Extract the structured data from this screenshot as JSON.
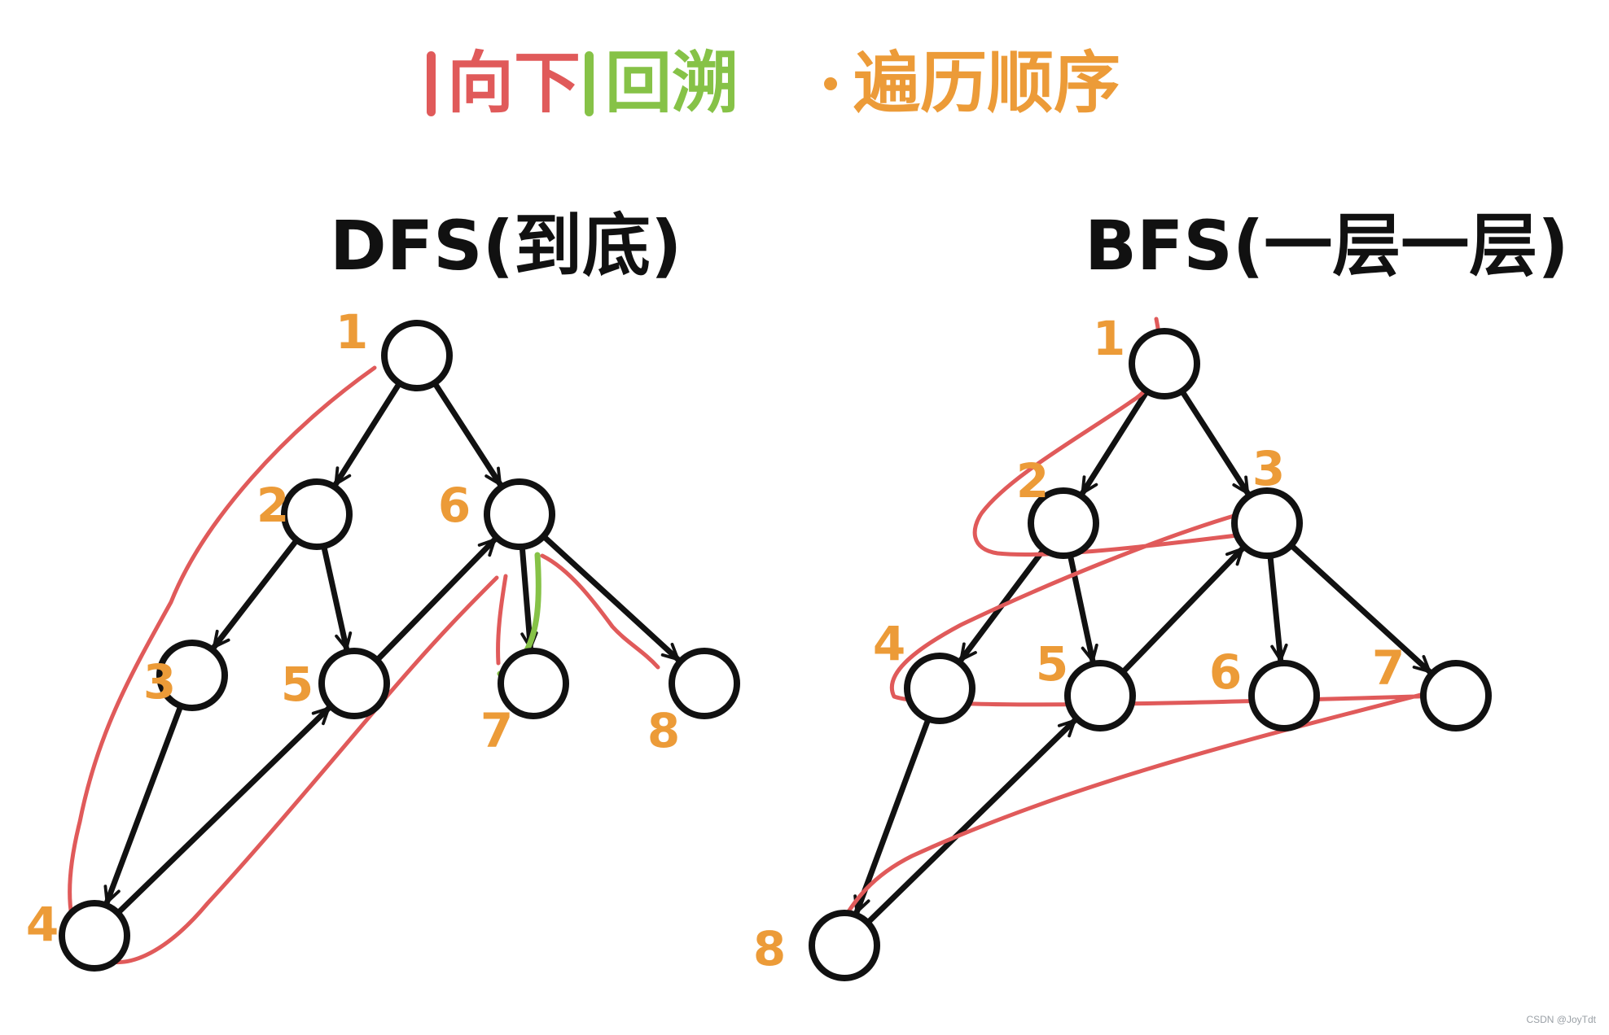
{
  "legend": {
    "down": {
      "label": "向下",
      "color": "#e05a5a"
    },
    "back": {
      "label": "回溯",
      "color": "#86c247"
    },
    "order": {
      "label": "遍历顺序",
      "color": "#ec9b38"
    }
  },
  "colors": {
    "node": "#111111",
    "down": "#e05a5a",
    "back": "#86c247",
    "order": "#ec9b38"
  },
  "dfs": {
    "title": "DFS(到底)",
    "nodes": [
      {
        "id": "1",
        "label": "1"
      },
      {
        "id": "2",
        "label": "2"
      },
      {
        "id": "6",
        "label": "6"
      },
      {
        "id": "3",
        "label": "3"
      },
      {
        "id": "5",
        "label": "5"
      },
      {
        "id": "7",
        "label": "7"
      },
      {
        "id": "8",
        "label": "8"
      },
      {
        "id": "4",
        "label": "4"
      }
    ],
    "edges": [
      {
        "from": "1",
        "to": "2"
      },
      {
        "from": "1",
        "to": "6"
      },
      {
        "from": "2",
        "to": "3"
      },
      {
        "from": "2",
        "to": "5"
      },
      {
        "from": "6",
        "to": "7"
      },
      {
        "from": "6",
        "to": "8"
      },
      {
        "from": "3",
        "to": "4"
      },
      {
        "from": "4",
        "to": "5"
      },
      {
        "from": "5",
        "to": "6"
      }
    ]
  },
  "bfs": {
    "title": "BFS(一层一层)",
    "nodes": [
      {
        "id": "1",
        "label": "1"
      },
      {
        "id": "2",
        "label": "2"
      },
      {
        "id": "3",
        "label": "3"
      },
      {
        "id": "4",
        "label": "4"
      },
      {
        "id": "5",
        "label": "5"
      },
      {
        "id": "6",
        "label": "6"
      },
      {
        "id": "7",
        "label": "7"
      },
      {
        "id": "8",
        "label": "8"
      }
    ],
    "edges": [
      {
        "from": "1",
        "to": "2"
      },
      {
        "from": "1",
        "to": "3"
      },
      {
        "from": "2",
        "to": "4"
      },
      {
        "from": "2",
        "to": "5"
      },
      {
        "from": "3",
        "to": "6"
      },
      {
        "from": "3",
        "to": "7"
      },
      {
        "from": "4",
        "to": "8"
      },
      {
        "from": "8",
        "to": "5"
      },
      {
        "from": "5",
        "to": "3"
      }
    ]
  },
  "watermark": "CSDN @JoyTdt"
}
